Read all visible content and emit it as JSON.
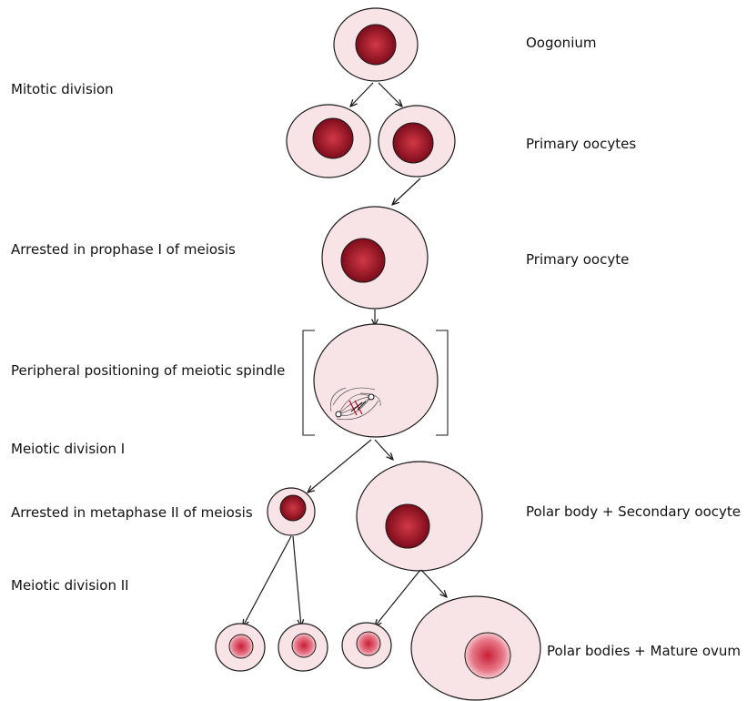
{
  "labels_left": {
    "mitotic_division": "Mitotic division",
    "arrested_prophase": "Arrested in prophase I of meiosis",
    "peripheral_spindle": "Peripheral positioning of meiotic spindle",
    "meiotic_division_1": "Meiotic division I",
    "arrested_metaphase": "Arrested in metaphase II of meiosis",
    "meiotic_division_2": "Meiotic division II"
  },
  "labels_right": {
    "oogonium": "Oogonium",
    "primary_oocytes": "Primary oocytes",
    "primary_oocyte": "Primary oocyte",
    "polar_secondary": "Polar body + Secondary oocyte",
    "polar_mature": "Polar bodies + Mature ovum"
  },
  "colors": {
    "cytoplasm": "#f8e4e6",
    "nucleus_dark": "#8e0f20",
    "nucleus_light": "#d23846",
    "outline": "#1a1a1a"
  }
}
